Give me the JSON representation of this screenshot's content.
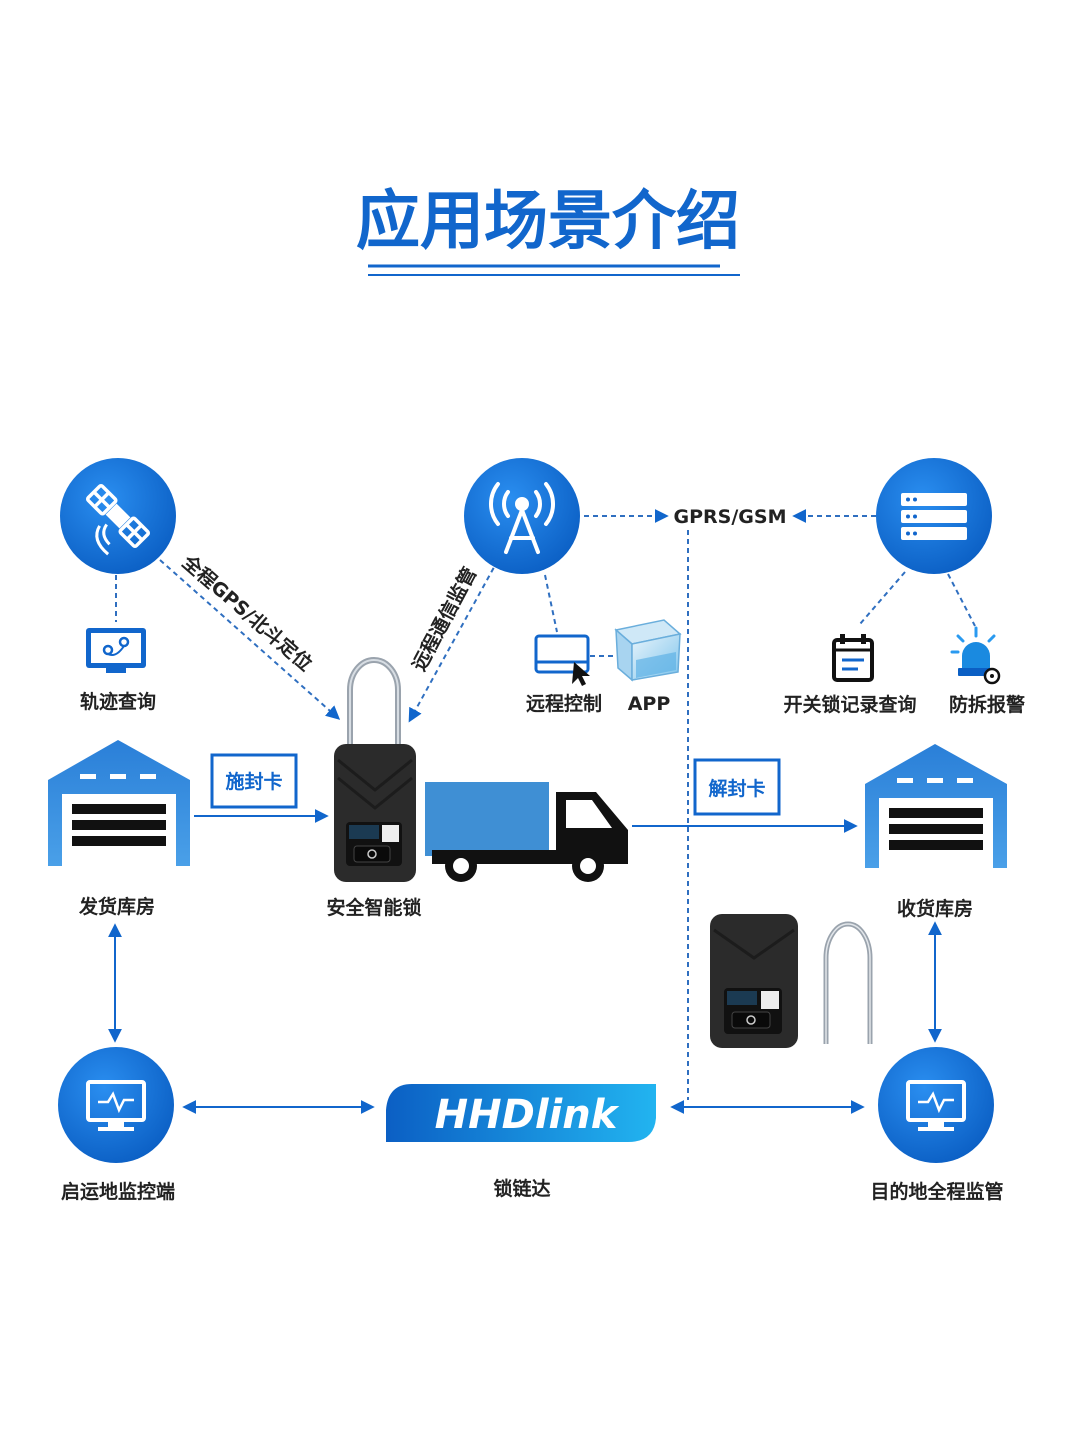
{
  "title": "应用场景介绍",
  "colors": {
    "primary": "#1166cc",
    "dark": "#111111",
    "truck": "#3f8fd4",
    "line": "#2f6fc0"
  },
  "nodes": {
    "satellite": {
      "icon": "satellite-icon"
    },
    "tower": {
      "icon": "signal-tower-icon"
    },
    "server": {
      "icon": "server-icon"
    },
    "track_query": {
      "label": "轨迹查询",
      "icon": "route-monitor-icon"
    },
    "remote_control": {
      "label": "远程控制",
      "icon": "remote-screen-icon"
    },
    "app": {
      "label": "APP",
      "icon": "app-box-icon"
    },
    "lock_record": {
      "label": "开关锁记录查询",
      "icon": "clipboard-icon"
    },
    "tamper_alarm": {
      "label": "防拆报警",
      "icon": "alarm-light-icon"
    },
    "ship_warehouse": {
      "label": "发货库房",
      "icon": "warehouse-icon"
    },
    "smart_lock": {
      "label": "安全智能锁",
      "icon": "smart-lock-icon"
    },
    "receive_warehouse": {
      "label": "收货库房",
      "icon": "warehouse-icon"
    },
    "origin_monitor": {
      "label": "启运地监控端",
      "icon": "monitor-icon"
    },
    "platform": {
      "label": "锁链达",
      "logo": "HHDlink"
    },
    "dest_monitor": {
      "label": "目的地全程监管",
      "icon": "monitor-icon"
    }
  },
  "edges": {
    "gps": "全程GPS/北斗定位",
    "remote_comm": "远程通信监管",
    "network": "GPRS/GSM",
    "seal_card": "施封卡",
    "unseal_card": "解封卡"
  }
}
